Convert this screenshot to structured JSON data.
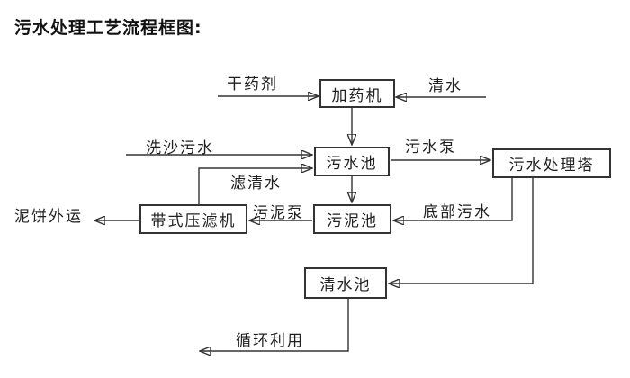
{
  "title": "污水处理工艺流程框图:",
  "diagram": {
    "nodes": [
      {
        "id": "dosing-machine",
        "label": "加药机"
      },
      {
        "id": "sewage-pool",
        "label": "污水池"
      },
      {
        "id": "treatment-tower",
        "label": "污水处理塔"
      },
      {
        "id": "sludge-pool",
        "label": "污泥池"
      },
      {
        "id": "belt-filter-press",
        "label": "带式压滤机"
      },
      {
        "id": "clean-water-pool",
        "label": "清水池"
      }
    ],
    "edge_labels": {
      "dry_agent": "干药剂",
      "clean_water": "清水",
      "sand_washing_sewage": "洗沙污水",
      "filtered_water": "滤清水",
      "sewage_pump": "污水泵",
      "bottom_sewage": "底部污水",
      "sludge_pump": "污泥泵",
      "mud_cake_out": "泥饼外运",
      "recycle_use": "循环利用"
    },
    "flows": [
      {
        "from": "干药剂",
        "to": "加药机"
      },
      {
        "from": "清水",
        "to": "加药机"
      },
      {
        "from": "加药机",
        "to": "污水池"
      },
      {
        "from": "洗沙污水",
        "to": "污水池"
      },
      {
        "from": "带式压滤机",
        "to": "污水池",
        "label": "滤清水"
      },
      {
        "from": "污水池",
        "to": "污水处理塔",
        "label": "污水泵"
      },
      {
        "from": "污水池",
        "to": "污泥池"
      },
      {
        "from": "污水处理塔",
        "to": "污泥池",
        "label": "底部污水"
      },
      {
        "from": "污泥池",
        "to": "带式压滤机",
        "label": "污泥泵"
      },
      {
        "from": "带式压滤机",
        "to": "泥饼外运"
      },
      {
        "from": "污水处理塔",
        "to": "清水池"
      },
      {
        "from": "清水池",
        "to": "循环利用"
      }
    ]
  },
  "colors": {
    "background": "#ffffff",
    "line": "#333333",
    "text": "#1f1f1f"
  }
}
